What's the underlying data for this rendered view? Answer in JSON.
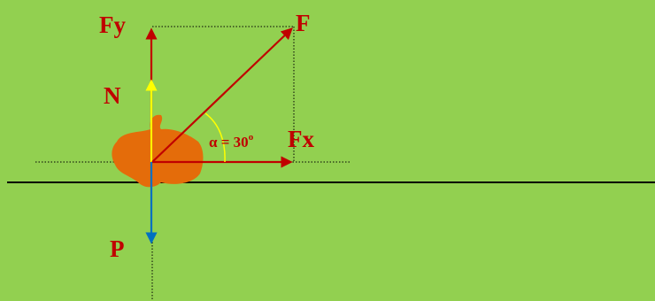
{
  "colors": {
    "background": "#92d050",
    "force_arrow": "#c00000",
    "normal_arrow": "#ffff00",
    "weight_arrow": "#0070c0",
    "object": "#e46c0a",
    "ground_line": "#000000",
    "guide_lines": "#000000",
    "angle_arc": "#ffff00"
  },
  "labels": {
    "fy": "Fy",
    "f": "F",
    "n": "N",
    "angle_symbol": "α = 30",
    "angle_degree": "o",
    "fx": "Fx",
    "p": "P"
  }
}
